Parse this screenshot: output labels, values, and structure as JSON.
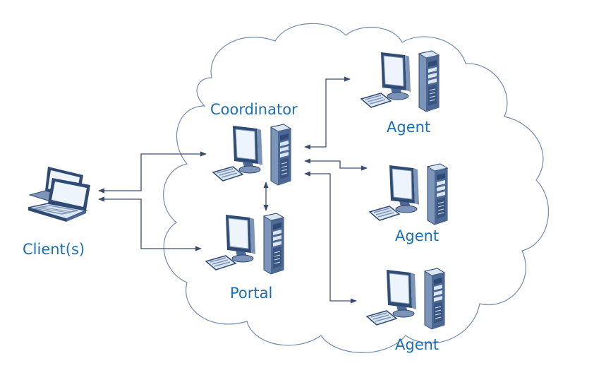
{
  "diagram": {
    "colors": {
      "label": "#1a6fb5",
      "cloud_stroke": "#6f8bb0",
      "arrow": "#3a4d6e",
      "device_dark": "#2f4a73",
      "device_mid": "#7b94b7",
      "device_light": "#dbe6f3",
      "screen": "#eef4fb"
    },
    "nodes": {
      "coordinator": {
        "label": "Coordinator",
        "icon": "desktop-with-server-tower"
      },
      "portal": {
        "label": "Portal",
        "icon": "desktop-with-server-tower"
      },
      "agent_1": {
        "label": "Agent",
        "icon": "desktop-with-server-tower"
      },
      "agent_2": {
        "label": "Agent",
        "icon": "desktop-with-server-tower"
      },
      "agent_3": {
        "label": "Agent",
        "icon": "desktop-with-server-tower"
      },
      "client": {
        "label": "Client(s)",
        "icon": "laptops"
      }
    },
    "edges": [
      {
        "from": "client",
        "to": "coordinator",
        "direction": "both"
      },
      {
        "from": "client",
        "to": "portal",
        "direction": "both"
      },
      {
        "from": "coordinator",
        "to": "portal",
        "direction": "both"
      },
      {
        "from": "coordinator",
        "to": "agent_1",
        "direction": "both"
      },
      {
        "from": "coordinator",
        "to": "agent_2",
        "direction": "both"
      },
      {
        "from": "coordinator",
        "to": "agent_3",
        "direction": "both"
      }
    ]
  }
}
